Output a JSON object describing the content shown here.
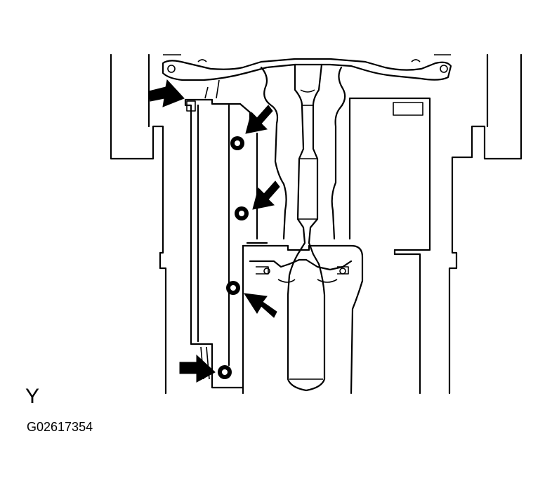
{
  "figure": {
    "view_label": "Y",
    "figure_id": "G02617354"
  },
  "callouts": {
    "arrow_count": 5,
    "fastener_count": 4
  },
  "colors": {
    "line": "#000000",
    "background": "#ffffff"
  }
}
